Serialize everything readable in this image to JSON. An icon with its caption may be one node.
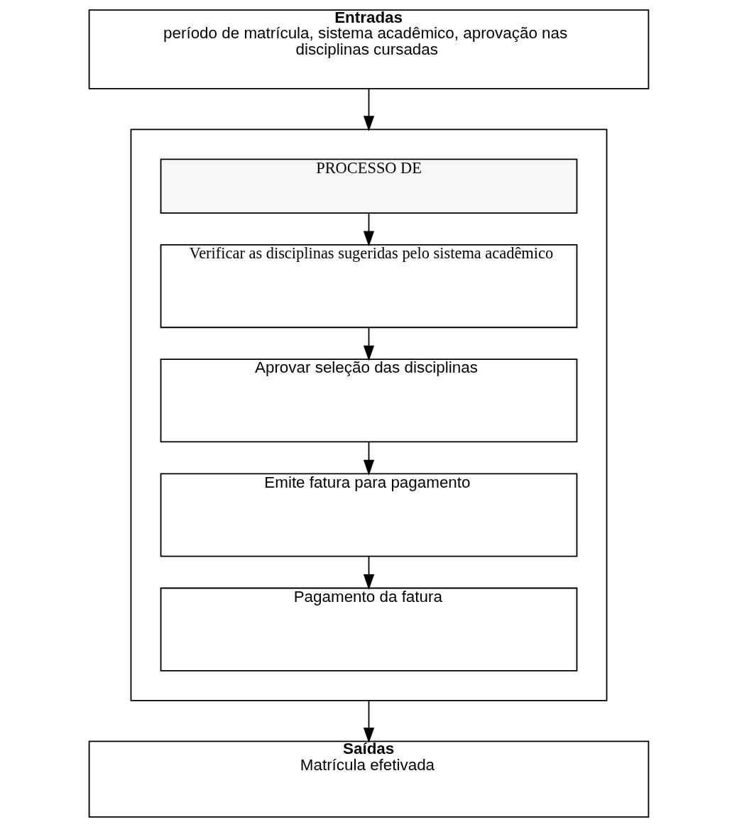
{
  "diagram": {
    "nodes": [
      {
        "text": [
          "Entradas",
          "período de matrícula, sistema acadêmico, aprovação nas disciplinas cursadas"
        ]
      },
      {
        "text": [],
        "shape": "box"
      },
      {
        "text": [
          "PROCESSO DE"
        ],
        "in": 1
      },
      {
        "text": [
          "Verificar as disciplinas sugeridas pelo sistema acadêmico"
        ],
        "in": 1
      },
      {
        "text": [
          "Aprovar seleção das disciplinas"
        ],
        "in": 1
      },
      {
        "text": [
          "Emite fatura para pagamento"
        ],
        "in": 1
      },
      {
        "text": [
          "Pagamento da fatura"
        ],
        "in": 1
      },
      {
        "text": [
          "Saídas",
          "Matrícula efetivada"
        ]
      }
    ],
    "edges": [
      {
        "from": 0,
        "to": 1,
        "arrow": "to"
      },
      {
        "from": 2,
        "to": 3,
        "arrow": "to"
      },
      {
        "from": 3,
        "to": 4,
        "arrow": "to"
      },
      {
        "from": 4,
        "to": 5,
        "arrow": "to"
      },
      {
        "from": 5,
        "to": 6,
        "arrow": "to"
      },
      {
        "from": 1,
        "to": 7,
        "arrow": "to"
      }
    ]
  }
}
